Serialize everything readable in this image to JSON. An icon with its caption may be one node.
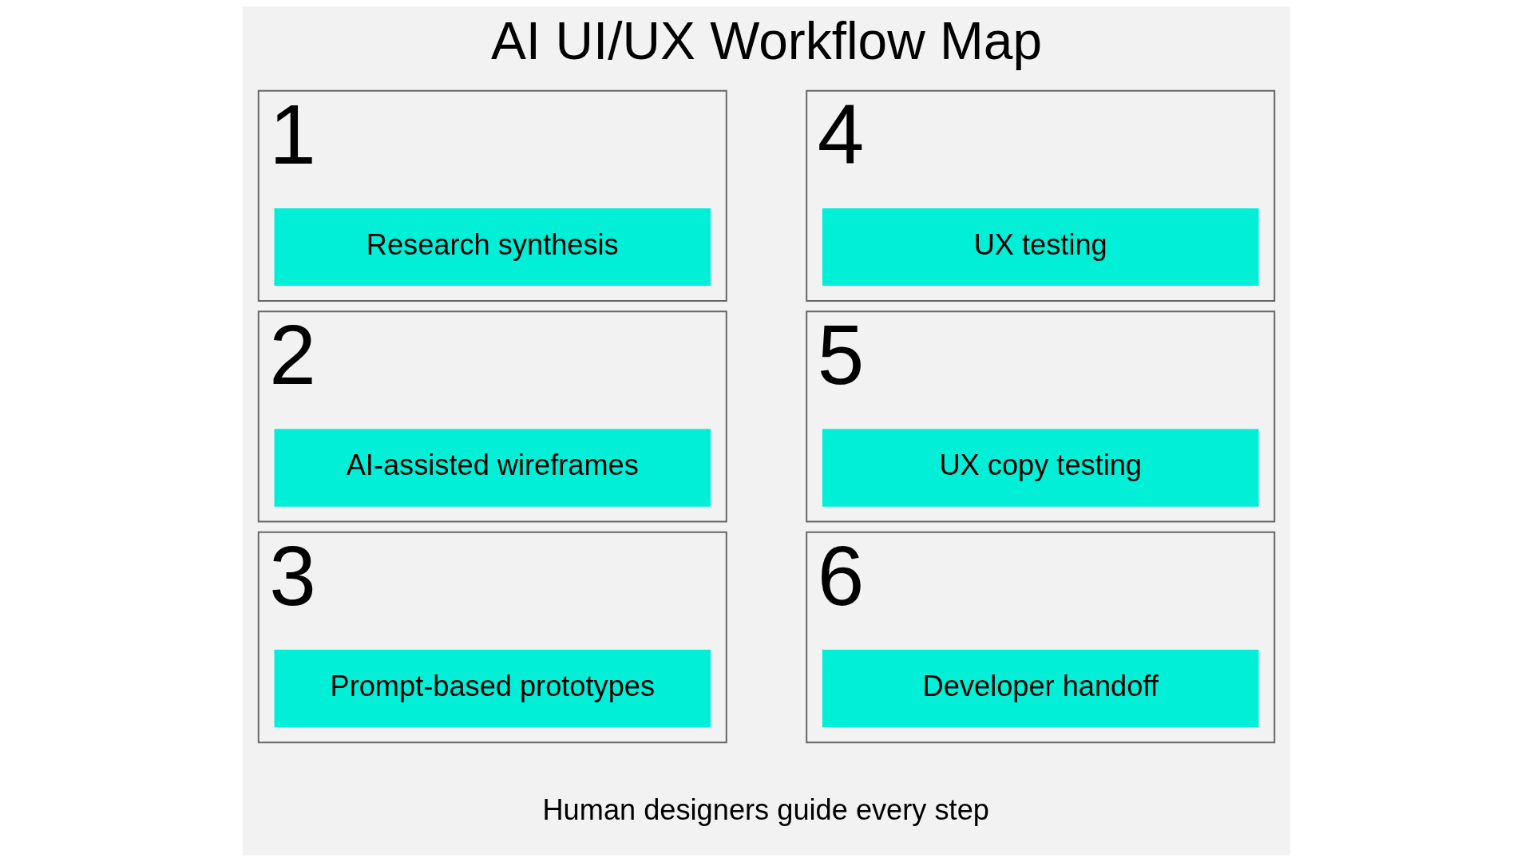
{
  "diagram": {
    "title": "AI UI/UX Workflow Map",
    "caption": "Human designers guide every step",
    "nodes": [
      {
        "text": [
          "1"
        ]
      },
      {
        "text": [
          "Research synthesis"
        ],
        "in": 0
      },
      {
        "text": [
          "2"
        ]
      },
      {
        "text": [
          "AI-assisted wireframes"
        ],
        "in": 2
      },
      {
        "text": [
          "3"
        ]
      },
      {
        "text": [
          "Prompt-based prototypes"
        ],
        "in": 4
      },
      {
        "text": [
          "4"
        ]
      },
      {
        "text": [
          "UX testing"
        ],
        "in": 6
      },
      {
        "text": [
          "5"
        ]
      },
      {
        "text": [
          "UX copy testing"
        ],
        "in": 8
      },
      {
        "text": [
          "6"
        ]
      },
      {
        "text": [
          "Developer handoff"
        ],
        "in": 10
      }
    ]
  }
}
